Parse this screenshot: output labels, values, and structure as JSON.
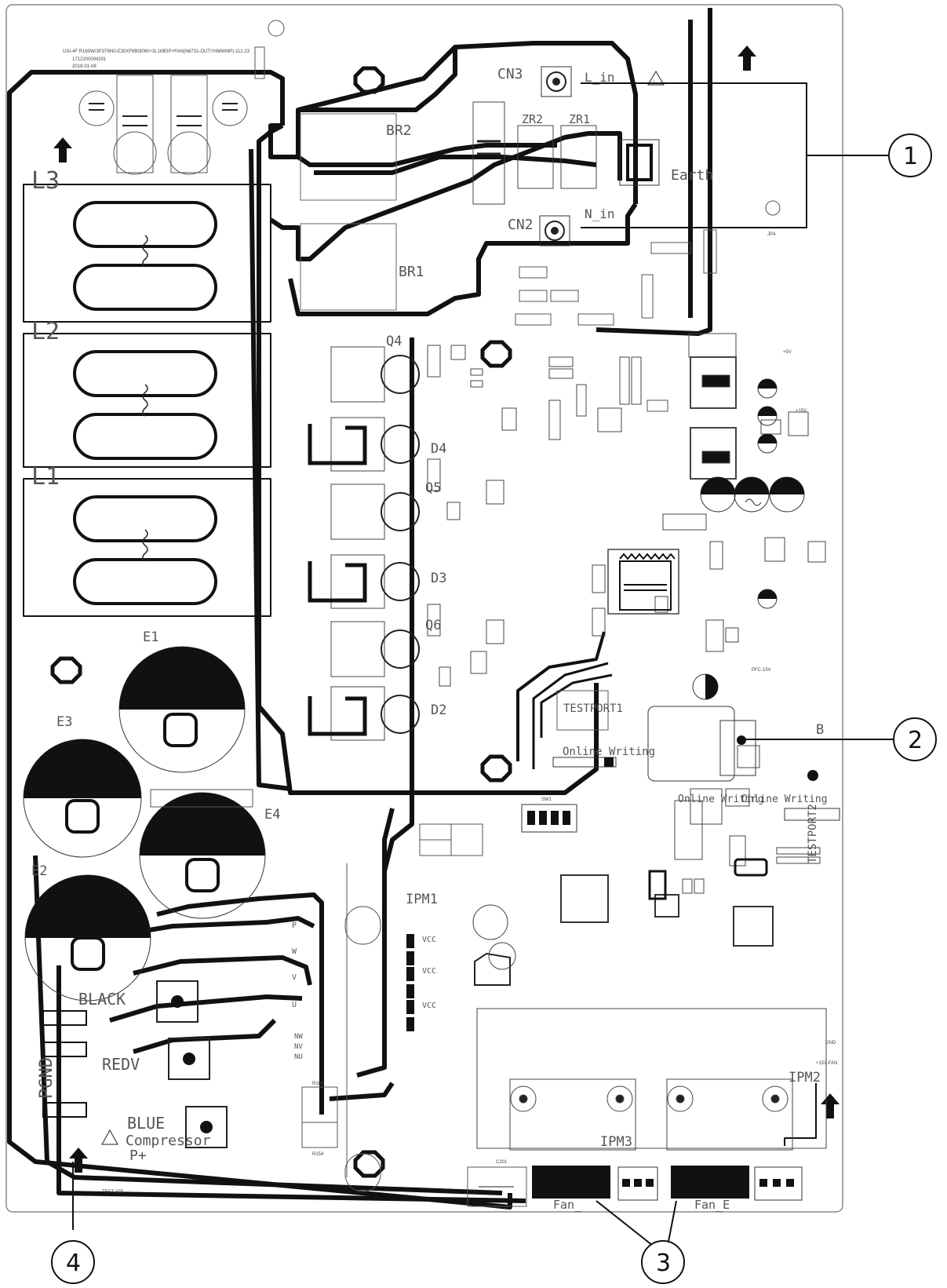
{
  "header": {
    "line1": "USI-4F R160W/3P3T6N0-E30XF6BI3060+3L1MEIP+FAN(N6731-OUTYHMWMP)-112.23",
    "line2": "1712200004201",
    "line3": "2019-01-08"
  },
  "labels": {
    "cn3": "CN3",
    "l_in": "L_in",
    "cn2": "CN2",
    "n_in": "N_in",
    "br2": "BR2",
    "br1": "BR1",
    "zr2": "ZR2",
    "zr1": "ZR1",
    "earth": "Earth",
    "l3": "L3",
    "l2": "L2",
    "l1": "L1",
    "q4": "Q4",
    "d4": "D4",
    "q5": "Q5",
    "d3": "D3",
    "q6": "Q6",
    "d2": "D2",
    "e1": "E1",
    "e3": "E3",
    "e4": "E4",
    "e2": "E2",
    "ipm1": "IPM1",
    "ipm2": "IPM2",
    "ipm3": "IPM3",
    "testport1": "TESTPORT1",
    "testport2": "TESTPORT2",
    "online_writing_1": "Online Writing",
    "online_writing_2": "Online Writing",
    "online_writing_3": "Online Writing",
    "black": "BLACK",
    "red": "REDV",
    "blue": "BLUE",
    "compressor": "Compressor",
    "pplus": "P+",
    "pgnd": "PGND",
    "fan_1": "Fan_",
    "fan_2": "Fan_E",
    "gnd": "GND",
    "p": "P",
    "w": "W",
    "v": "V",
    "u": "U",
    "nw": "NW",
    "nv": "NV",
    "nu": "NU",
    "r160": "R160",
    "r154": "R154",
    "c201": "C201",
    "sw1": "SW1",
    "jp4": "JP4",
    "b": "B",
    "test": "TEST-375",
    "vcc1": "VCC",
    "vcc2": "VCC",
    "vcc3": "VCC",
    "plus15v": "+15V",
    "plus5v": "+5V",
    "pfc15v": "PFC-15V",
    "fan15v": "+15V-FAN"
  },
  "callouts": [
    "1",
    "2",
    "3",
    "4"
  ]
}
